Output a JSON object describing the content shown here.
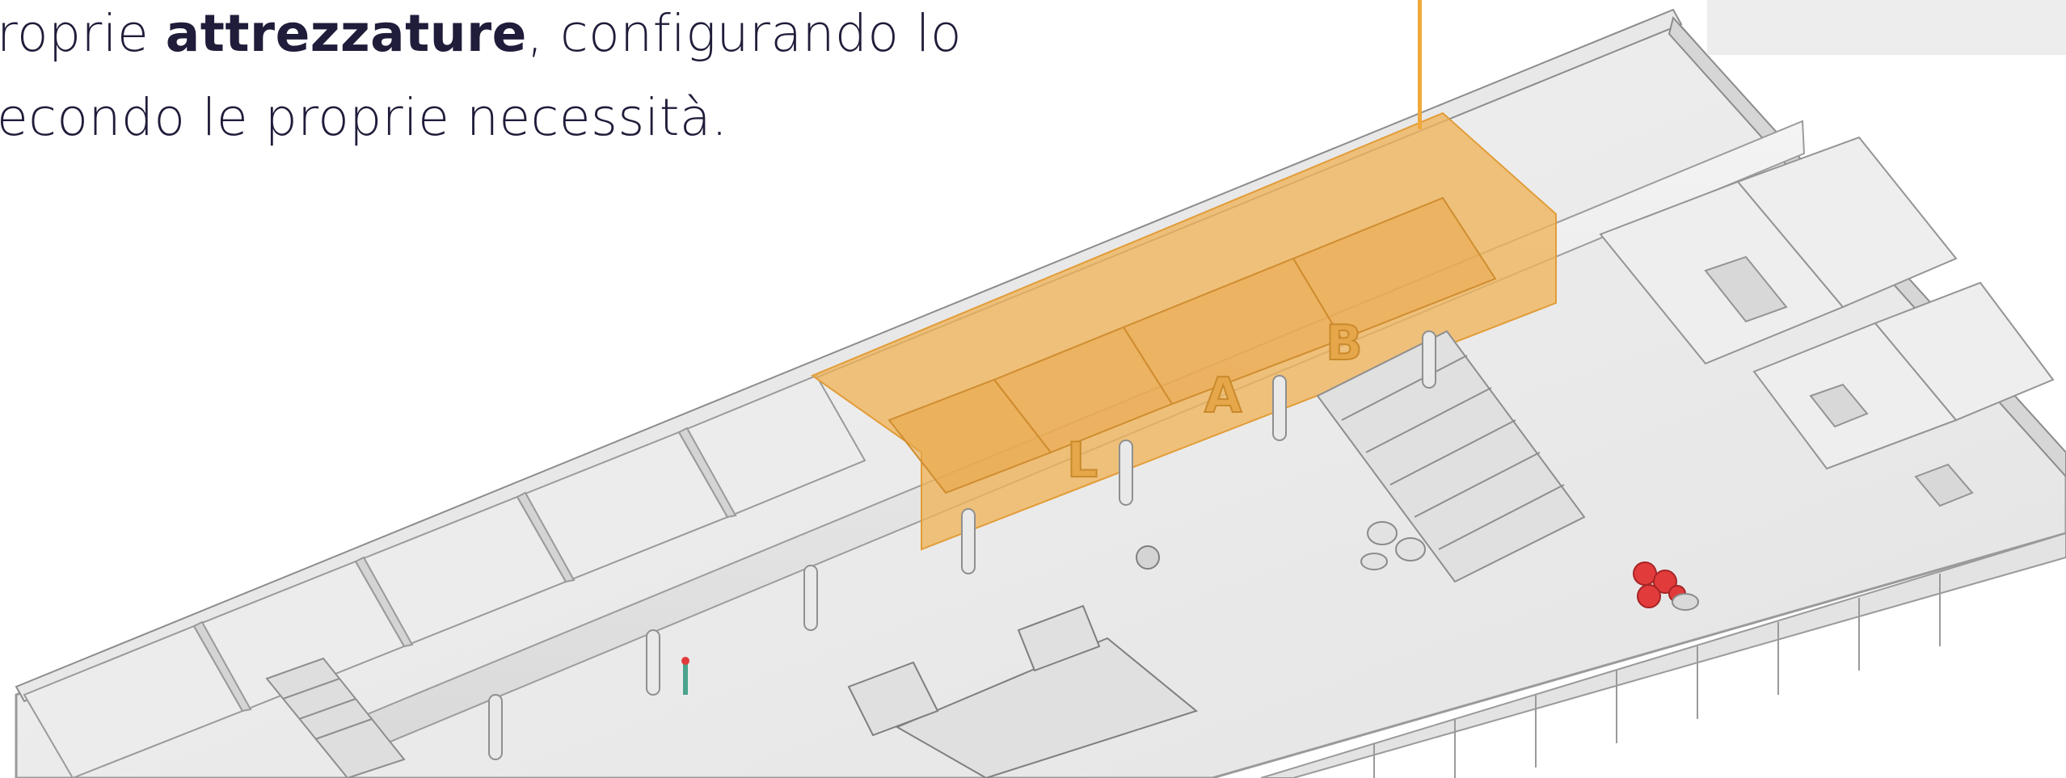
{
  "intro": {
    "line1_prefix": "roprie ",
    "line1_bold": "attrezzature",
    "line1_suffix": ", configurando lo",
    "line2": "econdo le proprie necessità."
  },
  "floor_plan": {
    "lab_letters": [
      "L",
      "A",
      "B"
    ],
    "highlight_color": "#f0b35a",
    "accent_color": "#e23b3b"
  }
}
